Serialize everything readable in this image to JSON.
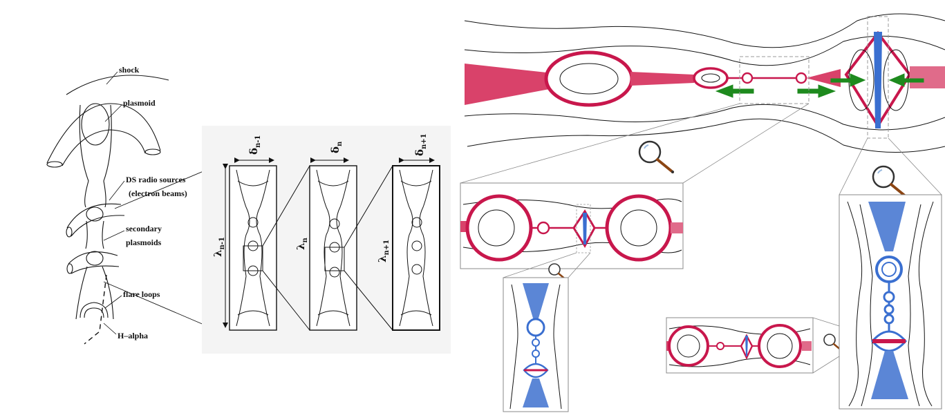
{
  "left_diagram": {
    "labels": {
      "shock": "shock",
      "plasmoid": "plasmoid",
      "ds_radio_sources": "DS  radio sources",
      "electron_beams": "(electron  beams)",
      "secondary": "secondary",
      "plasmoids": "plasmoids",
      "flare_loops": "flare  loops",
      "h_alpha": "H–alpha"
    }
  },
  "cascade_diagram": {
    "panels": [
      {
        "delta": "δ",
        "delta_sub": "n-1",
        "lambda": "λ",
        "lambda_sub": "n-1"
      },
      {
        "delta": "δ",
        "delta_sub": "n",
        "lambda": "λ",
        "lambda_sub": "n"
      },
      {
        "delta": "δ",
        "delta_sub": "n+1",
        "lambda": "λ",
        "lambda_sub": "n+1"
      }
    ]
  },
  "colors": {
    "outflow_red": "#c8174c",
    "outflow_fill_red": "#d9426a",
    "current_sheet_blue": "#3a6fd0",
    "sheet_fill_blue": "#5b86d6",
    "arrow_green": "#1e8a1e",
    "magnifier_handle": "#a0522d",
    "field_line": "#111111"
  },
  "icons": [
    "magnifier-icon",
    "arrow-left-icon",
    "arrow-right-icon"
  ]
}
